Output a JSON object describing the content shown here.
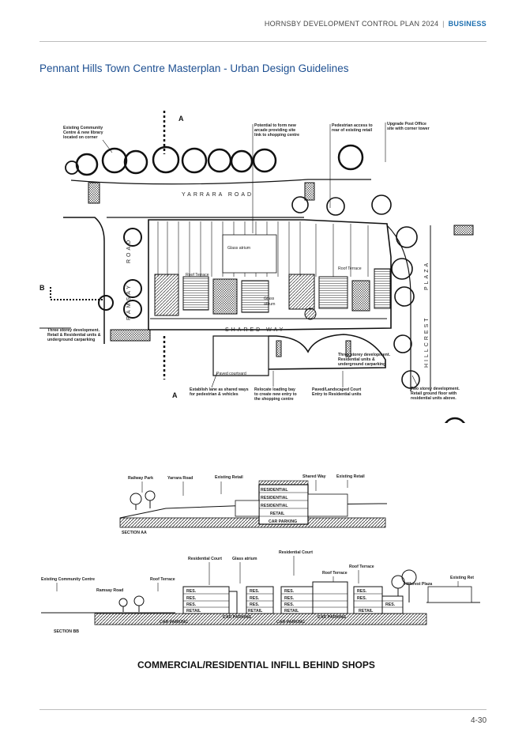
{
  "header": {
    "doc_title": "HORNSBY DEVELOPMENT CONTROL PLAN 2024",
    "separator": "|",
    "section": "BUSINESS"
  },
  "page_title": "Pennant Hills Town Centre Masterplan - Urban Design Guidelines",
  "page_number": "4-30",
  "plan": {
    "section_markers": {
      "a_top": "A",
      "a_bottom": "A",
      "b": "B"
    },
    "roads": {
      "yarrara": "YARRARA    ROAD",
      "ramsay_1": "ROAD",
      "ramsay_2": "RAMSAY",
      "plaza": "PLAZA",
      "hillcrest": "HILLCREST",
      "shared_way": "SHARED  WAY"
    },
    "annotations": {
      "community_centre": [
        "Existing Community",
        "Centre & new library",
        "located on corner"
      ],
      "arcade": [
        "Potential to form new",
        "arcade providing site",
        "link to shopping centre"
      ],
      "pedestrian": [
        "Pedestrian access to",
        "rear of existing retail"
      ],
      "post_office": [
        "Upgrade Post Office",
        "site with corner tower"
      ],
      "glass_atrium_top": "Glass atrium",
      "roof_terrace_left": "Roof Terrace",
      "roof_terrace_right": "Roof Terrace",
      "glass_atrium_mid": [
        "Glass",
        "atrium"
      ],
      "three_storey_left": [
        "Three storey development.",
        "Retail & Residential units &",
        "underground carparking"
      ],
      "three_storey_right": [
        "Three storey development.",
        "Residential units &",
        "underground carparking"
      ],
      "paved_courtyard": "Paved courtyard",
      "laneway": [
        "Establish lane as shared ways",
        "for pedestrian & vehicles"
      ],
      "loading_bay": [
        "Relocate loading bay",
        "to create new entry to",
        "the shopping centre"
      ],
      "paved_court": [
        "Paved/Landscaped Court",
        "Entry to Residential units"
      ],
      "two_storey": [
        "Two storey development.",
        "Retail ground floor with",
        "residential units above."
      ]
    }
  },
  "section_aa": {
    "labels": {
      "railway_park": "Railway Park",
      "yarrara_road": "Yarrara Road",
      "existing_retail_1": "Existing Retail",
      "shared_way": "Shared Way",
      "existing_retail_2": "Existing Retail",
      "section_name": "SECTION AA"
    },
    "floors": [
      "RESIDENTIAL",
      "RESIDENTIAL",
      "RESIDENTIAL",
      "RETAIL",
      "CAR  PARKING"
    ]
  },
  "section_bb": {
    "labels": {
      "existing_community_centre": "Existing Community Centre",
      "ramsay_road": "Ramsay Road",
      "roof_terrace_1": "Roof Terrace",
      "residential_court_1": "Residential Court",
      "glass_atrium": "Glass atrium",
      "residential_court_2": "Residential Court",
      "roof_terrace_2": "Roof Terrace",
      "roof_terrace_3": "Roof Terrace",
      "hillcrest_plaza": "Hillcrest Plaza",
      "existing_ret": "Existing Ret",
      "section_name": "SECTION BB"
    },
    "res": "RES.",
    "retail": "RETAIL",
    "car_parking": "CAR  PARKING"
  },
  "caption": "COMMERCIAL/RESIDENTIAL INFILL BEHIND SHOPS"
}
